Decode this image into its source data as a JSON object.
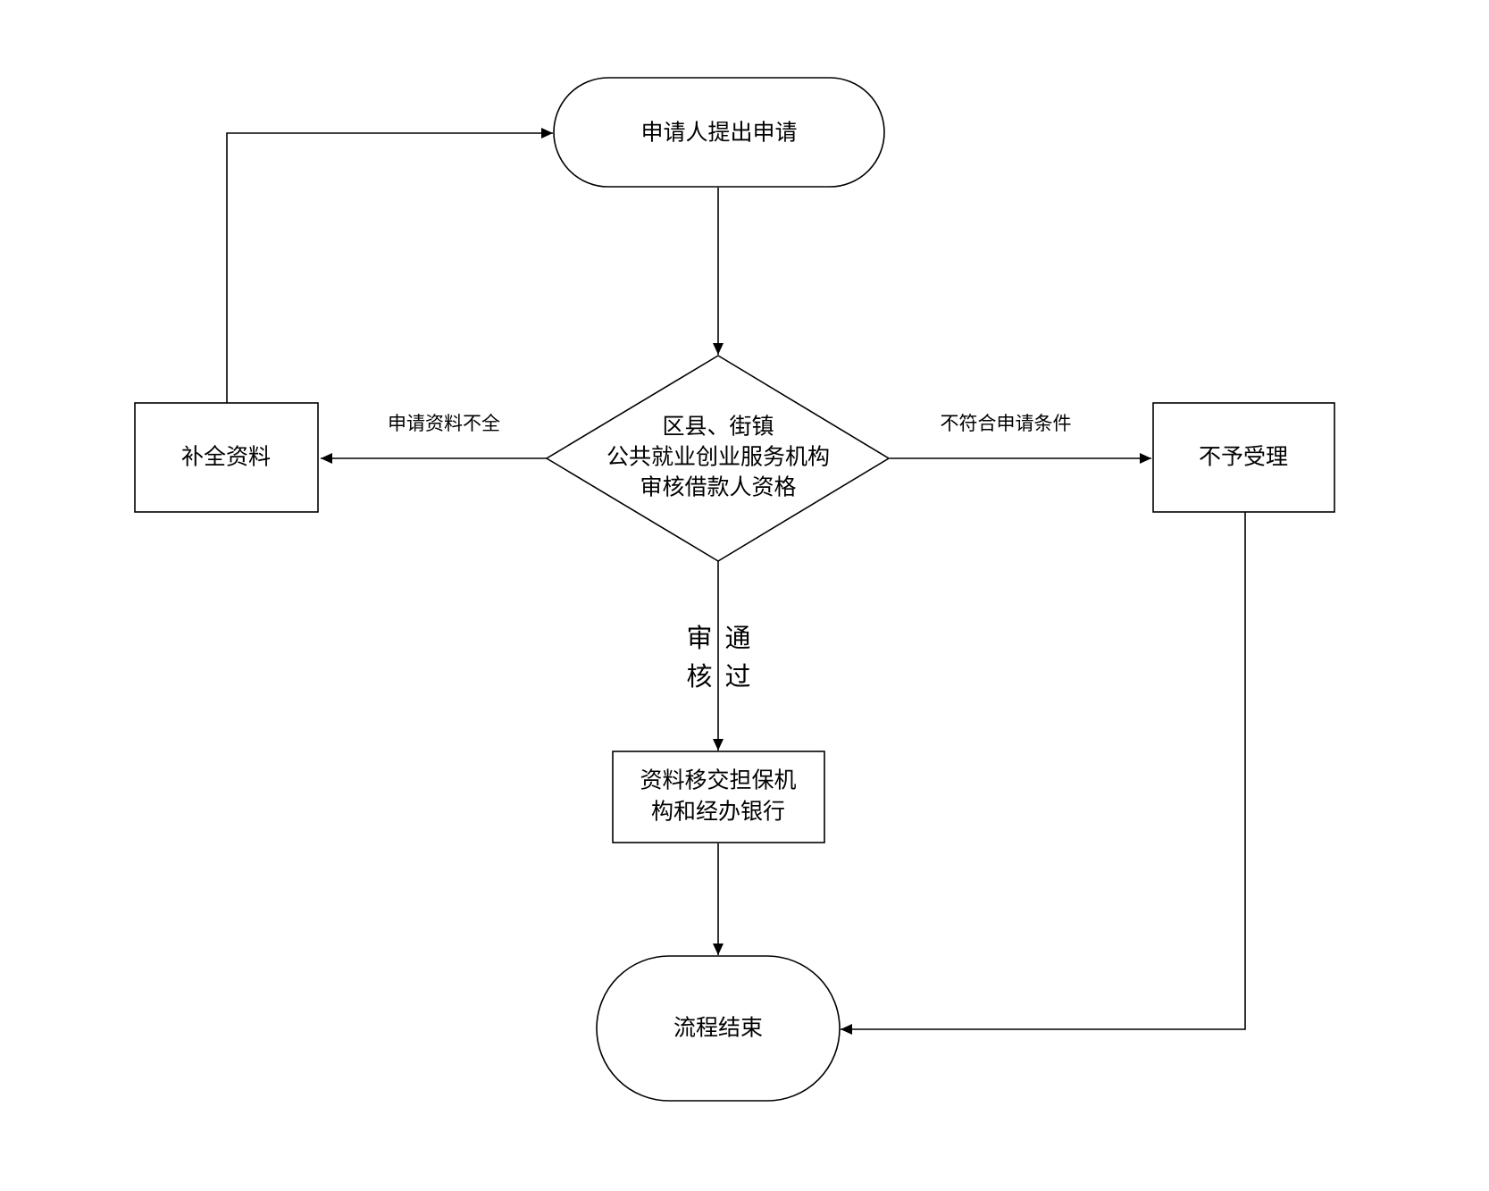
{
  "nodes": {
    "start": {
      "label": "申请人提出申请"
    },
    "review": {
      "lines": [
        "区县、街镇",
        "公共就业创业服务机构",
        "审核借款人资格"
      ]
    },
    "supplement": {
      "label": "补全资料"
    },
    "reject": {
      "label": "不予受理"
    },
    "transfer": {
      "lines": [
        "资料移交担保机",
        "构和经办银行"
      ]
    },
    "end": {
      "label": "流程结束"
    }
  },
  "edges": {
    "incomplete": {
      "label": "申请资料不全"
    },
    "not_eligible": {
      "label": "不符合申请条件"
    },
    "approved": {
      "col1": [
        "审",
        "核"
      ],
      "col2": [
        "通",
        "过"
      ]
    }
  },
  "colors": {
    "stroke": "#000000",
    "background": "#ffffff"
  }
}
